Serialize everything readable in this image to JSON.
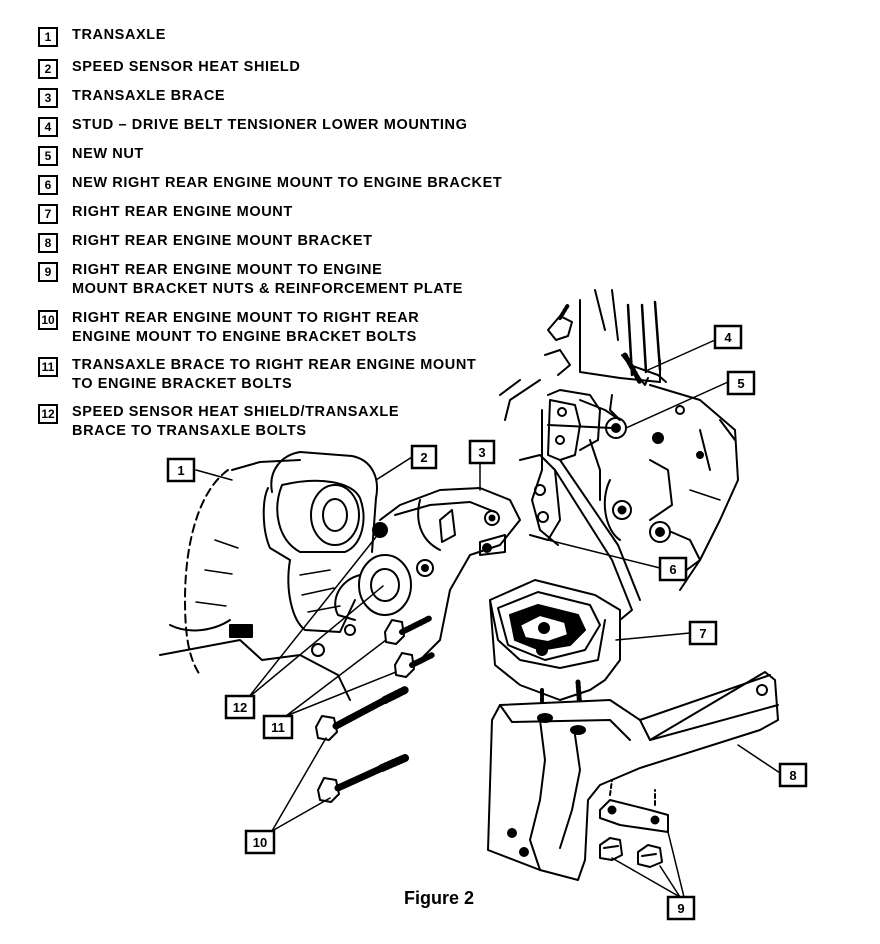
{
  "legend": [
    {
      "num": "1",
      "lines": [
        "TRANSAXLE"
      ]
    },
    {
      "num": "2",
      "lines": [
        "SPEED SENSOR HEAT SHIELD"
      ]
    },
    {
      "num": "3",
      "lines": [
        "TRANSAXLE BRACE"
      ]
    },
    {
      "num": "4",
      "lines": [
        "STUD – DRIVE BELT TENSIONER LOWER MOUNTING"
      ]
    },
    {
      "num": "5",
      "lines": [
        "NEW NUT"
      ]
    },
    {
      "num": "6",
      "lines": [
        "NEW RIGHT REAR ENGINE MOUNT TO ENGINE BRACKET"
      ]
    },
    {
      "num": "7",
      "lines": [
        "RIGHT REAR ENGINE MOUNT"
      ]
    },
    {
      "num": "8",
      "lines": [
        "RIGHT REAR ENGINE MOUNT BRACKET"
      ]
    },
    {
      "num": "9",
      "lines": [
        "RIGHT REAR ENGINE MOUNT TO ENGINE",
        "MOUNT BRACKET NUTS & REINFORCEMENT PLATE"
      ]
    },
    {
      "num": "10",
      "lines": [
        "RIGHT REAR ENGINE MOUNT TO RIGHT REAR",
        "ENGINE MOUNT TO ENGINE BRACKET BOLTS"
      ]
    },
    {
      "num": "11",
      "lines": [
        "TRANSAXLE BRACE TO RIGHT REAR ENGINE MOUNT",
        "TO ENGINE BRACKET BOLTS"
      ]
    },
    {
      "num": "12",
      "lines": [
        "SPEED SENSOR HEAT SHIELD/TRANSAXLE",
        "BRACE TO TRANSAXLE BOLTS"
      ]
    }
  ],
  "callouts": {
    "c1": "1",
    "c2": "2",
    "c3": "3",
    "c4": "4",
    "c5": "5",
    "c6": "6",
    "c7": "7",
    "c8": "8",
    "c9": "9",
    "c10": "10",
    "c11": "11",
    "c12": "12"
  },
  "caption": "Figure 2"
}
